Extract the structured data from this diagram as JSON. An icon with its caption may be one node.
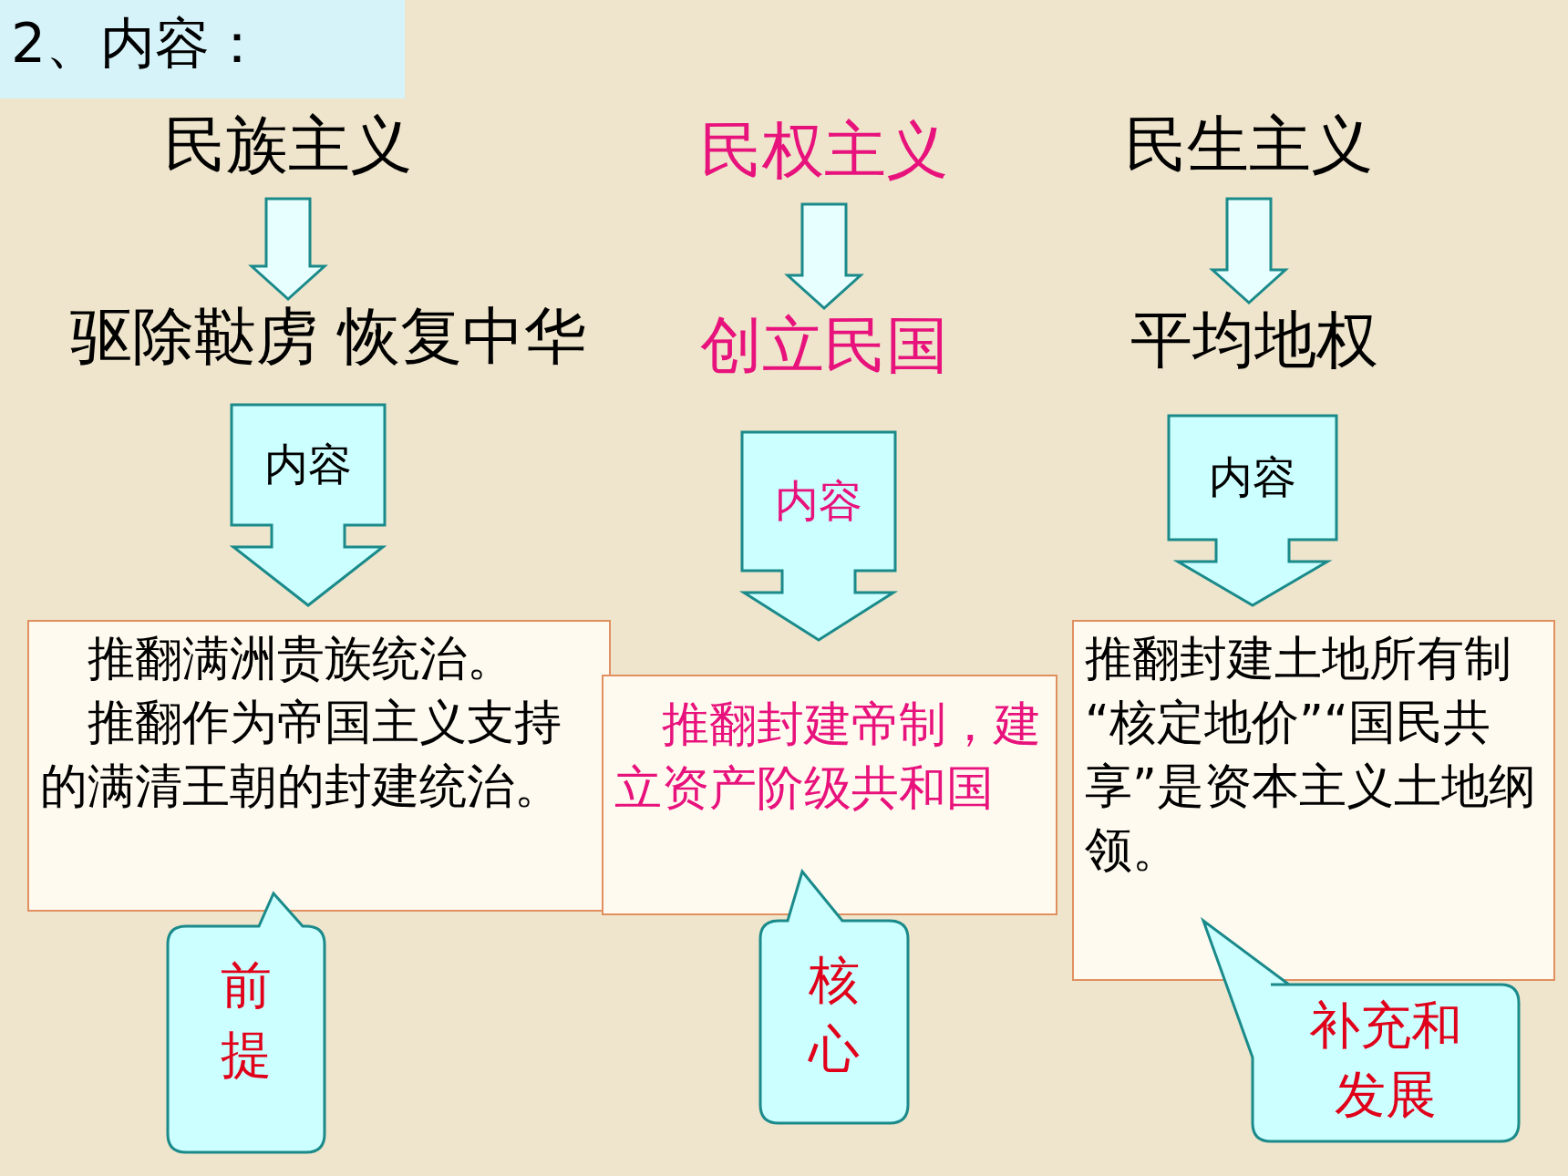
{
  "diagram": {
    "title": "2、内容：",
    "nodes": [
      {
        "text": [
          "民族主义"
        ]
      },
      {
        "text": [
          "驱除鞑虏 恢复中华"
        ]
      },
      {
        "text": [
          "内容"
        ]
      },
      {
        "text": [
          "推翻满洲贵族统治。",
          "推翻作为帝国主义支持的满清王朝的封建统治。"
        ]
      },
      {
        "text": [
          "前提"
        ]
      },
      {
        "text": [
          "民权主义"
        ]
      },
      {
        "text": [
          "创立民国"
        ]
      },
      {
        "text": [
          "内容"
        ]
      },
      {
        "text": [
          "推翻封建帝制，建立资产阶级共和国"
        ]
      },
      {
        "text": [
          "核心"
        ]
      },
      {
        "text": [
          "民生主义"
        ]
      },
      {
        "text": [
          "平均地权"
        ]
      },
      {
        "text": [
          "内容"
        ]
      },
      {
        "text": [
          "推翻封建土地所有制",
          "“核定地价”“国民共享”是资本主义土地纲领。"
        ]
      },
      {
        "text": [
          "补充和发展"
        ]
      }
    ],
    "edges": [
      {
        "from": 0,
        "to": 1,
        "arrow": "to"
      },
      {
        "from": 5,
        "to": 6,
        "arrow": "to"
      },
      {
        "from": 10,
        "to": 11,
        "arrow": "to"
      }
    ]
  }
}
